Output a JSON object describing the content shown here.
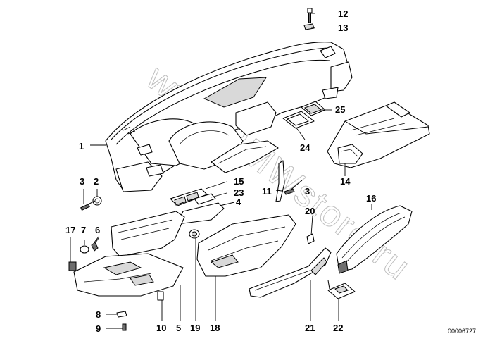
{
  "watermark": "www.BMWstore.ru",
  "reference_code": "00006727",
  "callouts": [
    "1",
    "2",
    "3",
    "3",
    "4",
    "5",
    "6",
    "7",
    "8",
    "9",
    "10",
    "11",
    "12",
    "13",
    "14",
    "15",
    "16",
    "17",
    "18",
    "19",
    "20",
    "21",
    "22",
    "23",
    "24",
    "25"
  ]
}
